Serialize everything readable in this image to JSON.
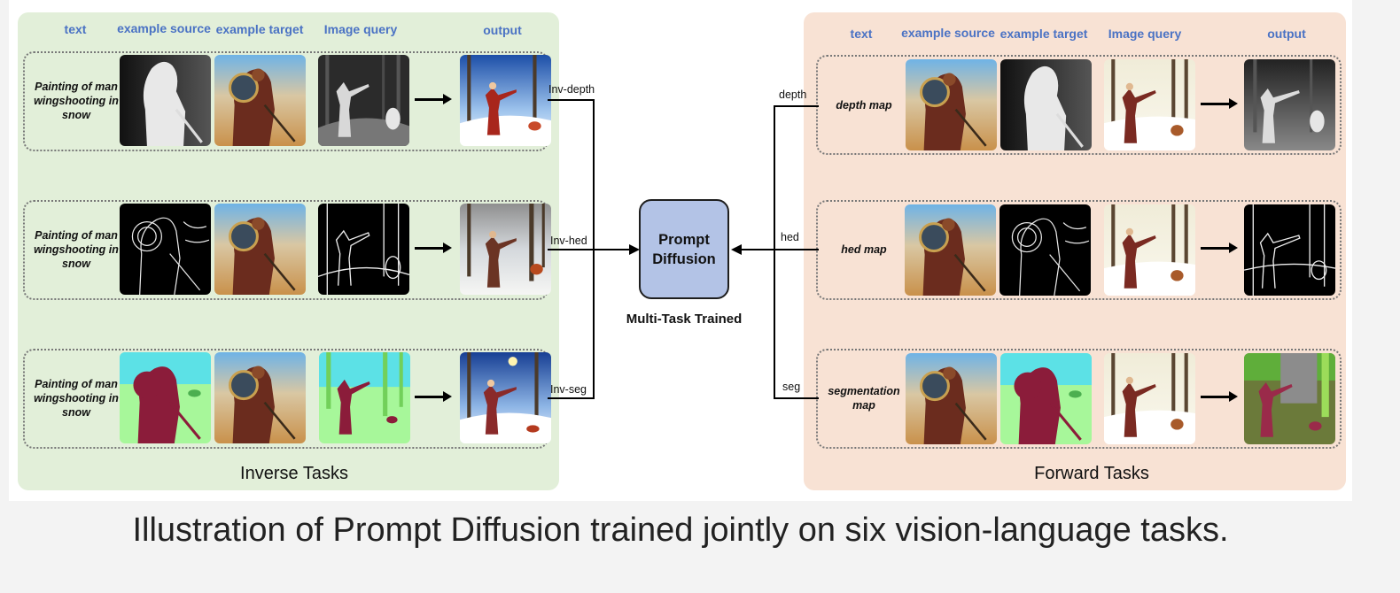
{
  "inverse": {
    "headers": [
      "text",
      "example source",
      "example target",
      "Image query",
      "output"
    ],
    "title": "Inverse Tasks",
    "rows": [
      {
        "text": "Painting of man wingshooting in snow",
        "connector": "Inv-depth"
      },
      {
        "text": "Painting of man wingshooting in snow",
        "connector": "Inv-hed"
      },
      {
        "text": "Painting of man wingshooting in snow",
        "connector": "Inv-seg"
      }
    ]
  },
  "forward": {
    "headers": [
      "text",
      "example source",
      "example target",
      "Image query",
      "output"
    ],
    "title": "Forward Tasks",
    "rows": [
      {
        "text": "depth map",
        "connector": "depth"
      },
      {
        "text": "hed map",
        "connector": "hed"
      },
      {
        "text": "segmentation map",
        "connector": "seg"
      }
    ]
  },
  "model": {
    "line1": "Prompt",
    "line2": "Diffusion",
    "subtitle": "Multi-Task Trained"
  },
  "caption": "Illustration of Prompt Diffusion trained jointly on six vision-language tasks.",
  "colors": {
    "inverse_bg": "#e2efd9",
    "forward_bg": "#f8e2d4",
    "header_blue": "#4a72c4",
    "model_box": "#b3c3e6"
  }
}
